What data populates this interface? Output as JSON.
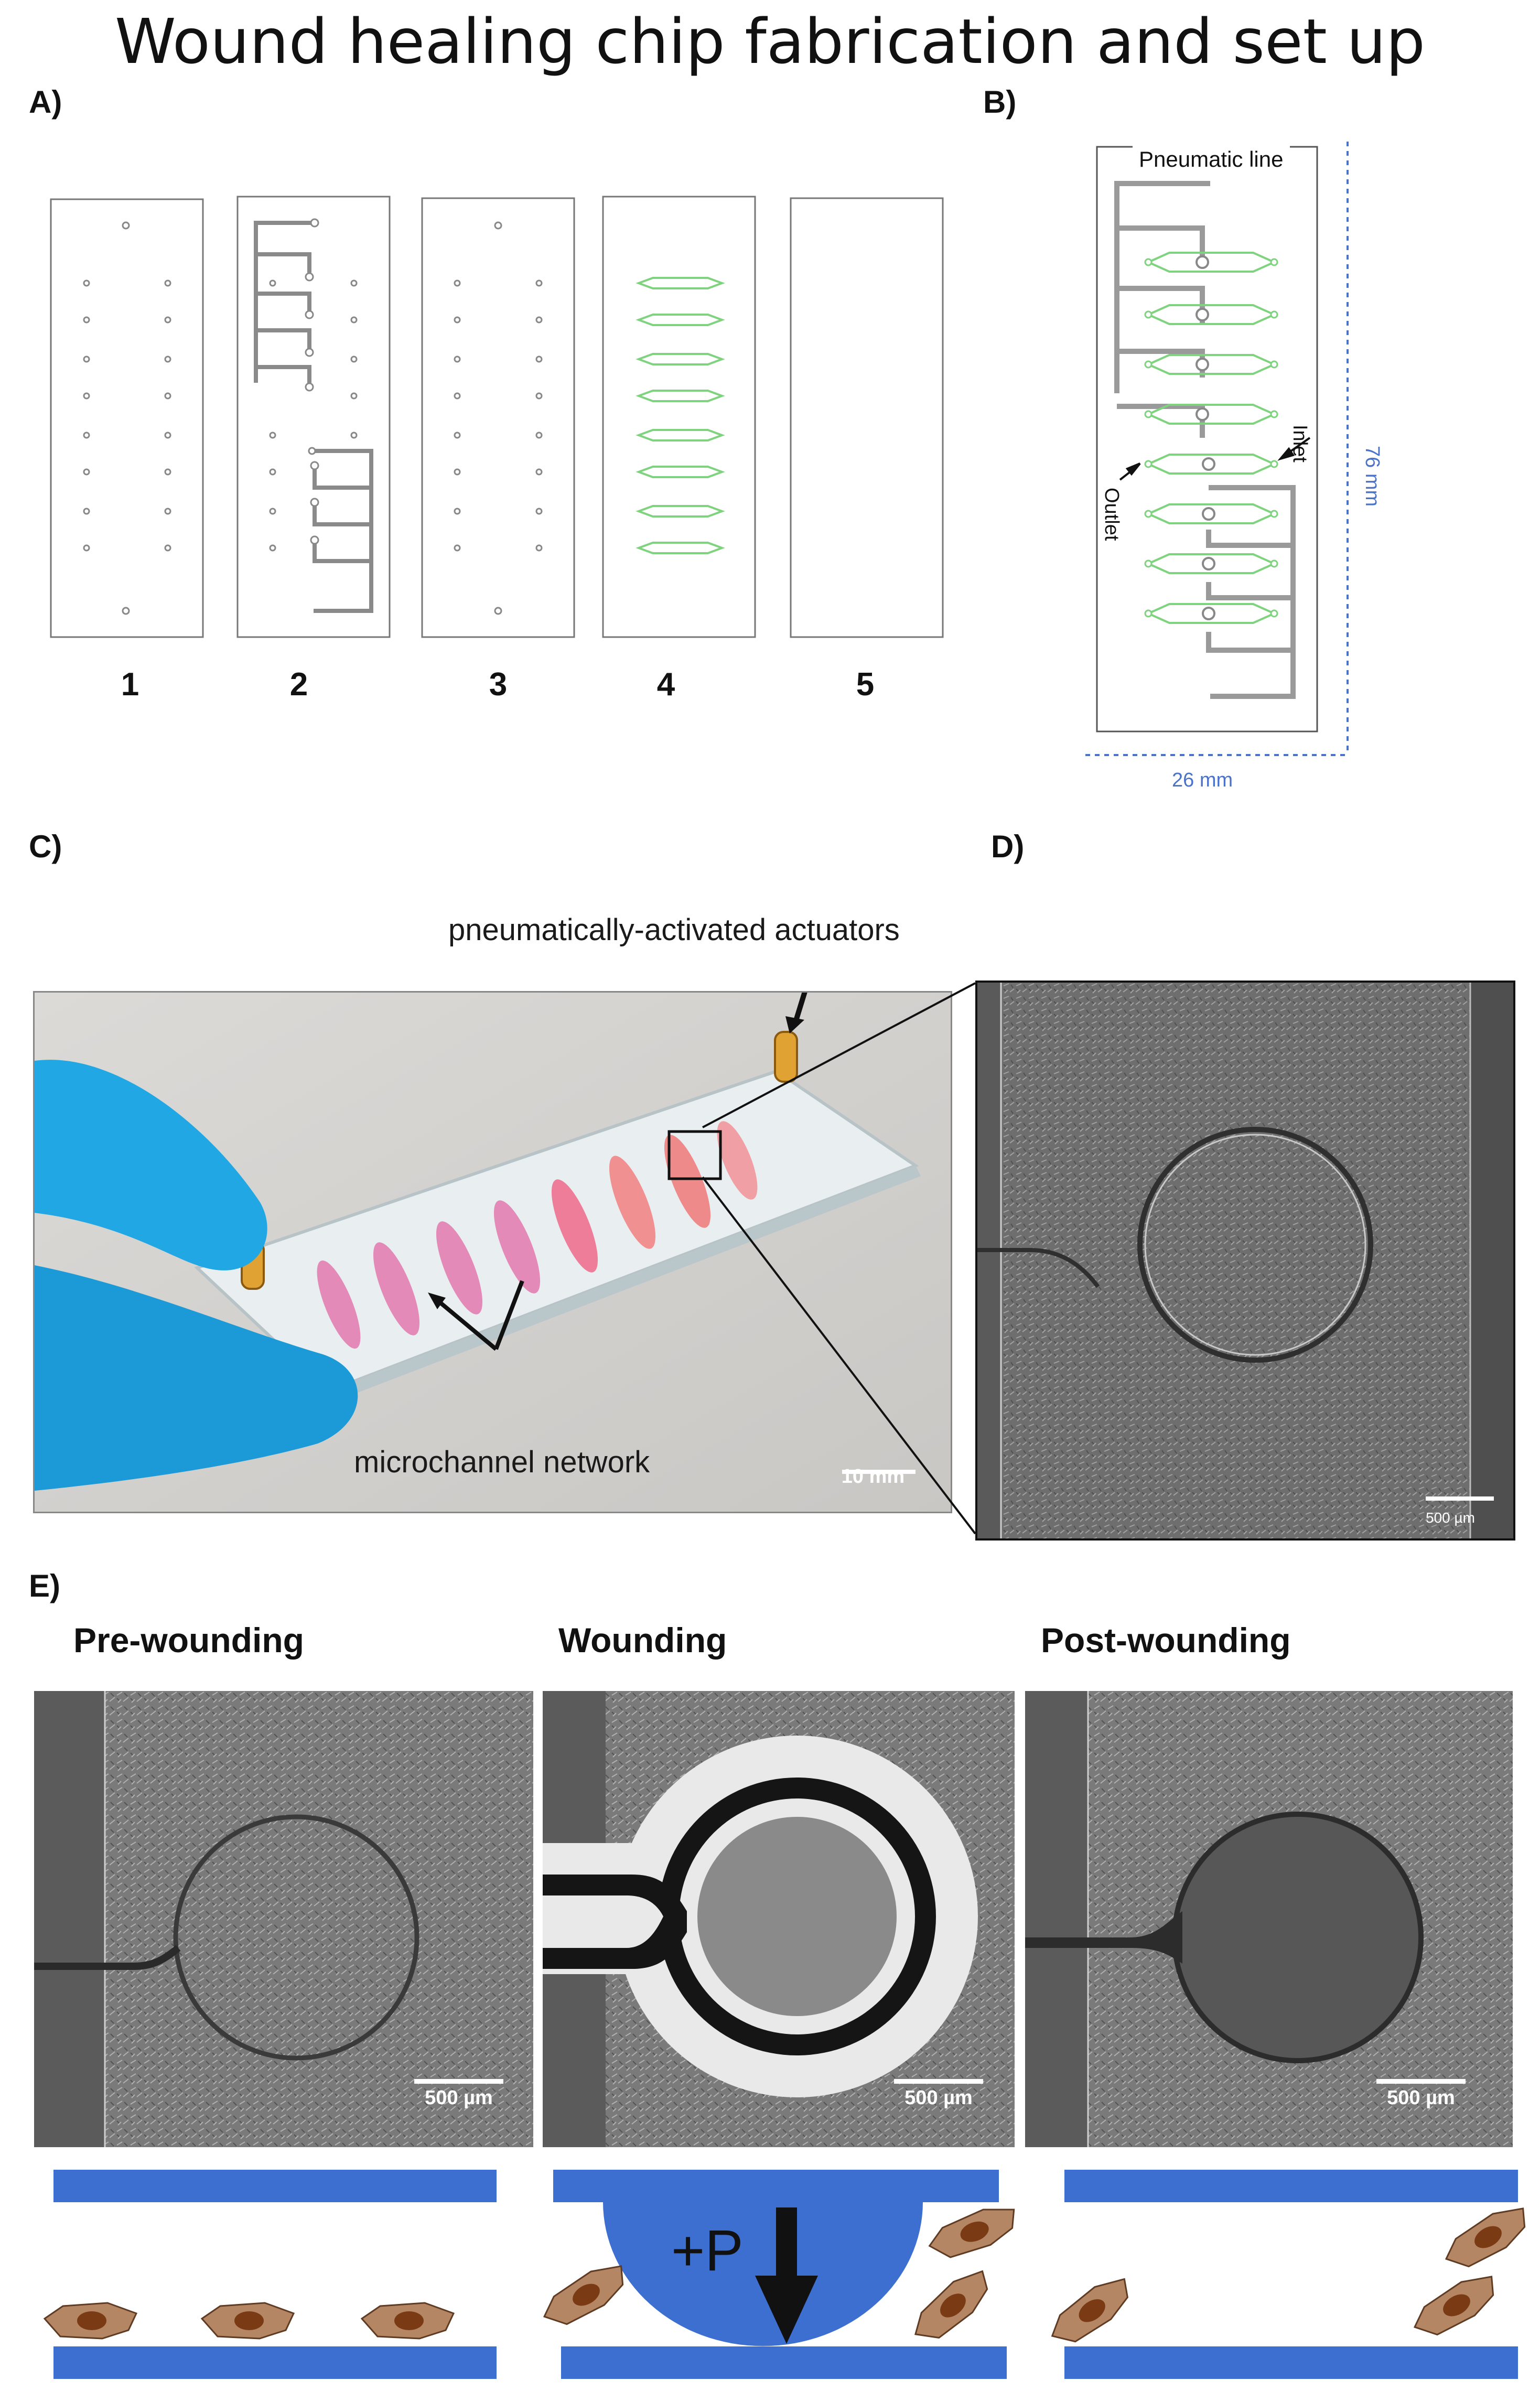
{
  "title": "Wound healing chip fabrication and set up",
  "panels": {
    "a": {
      "letter": "A)",
      "layers": [
        "1",
        "2",
        "3",
        "4",
        "5"
      ]
    },
    "b": {
      "letter": "B)",
      "pneumatic_line": "Pneumatic line",
      "inlet": "Inlet",
      "outlet": "Outlet",
      "height_dim": "76 mm",
      "width_dim": "26 mm"
    },
    "c": {
      "letter": "C)",
      "actuators_label": "pneumatically-activated actuators",
      "network_label": "microchannel network",
      "scalebar": "10 mm"
    },
    "d": {
      "letter": "D)",
      "scalebar": "500 µm"
    },
    "e": {
      "letter": "E)",
      "stages": [
        "Pre-wounding",
        "Wounding",
        "Post-wounding"
      ],
      "scalebar": "500 µm",
      "pressure_label": "+P"
    }
  },
  "colors": {
    "channel_green": "#7fd37f",
    "pneumatic_gray": "#8a8a8a",
    "dimension_blue": "#4a72c8",
    "membrane_blue": "#3d6fd0",
    "cell_brown": "#b48664",
    "nucleus_brown": "#7a3b14",
    "glove_blue": "#20a7e4",
    "medium_pink": "#e48ab8"
  }
}
